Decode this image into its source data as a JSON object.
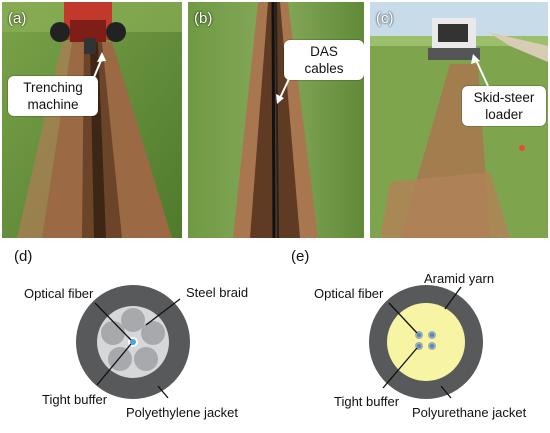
{
  "panels": {
    "a": {
      "letter": "(a)",
      "callout": [
        "Trenching",
        "machine"
      ]
    },
    "b": {
      "letter": "(b)",
      "callout": [
        "DAS cables"
      ]
    },
    "c": {
      "letter": "(c)",
      "callout": [
        "Skid-steer",
        "loader"
      ]
    },
    "d": {
      "letter": "(d)",
      "labels": {
        "optical_fiber": "Optical fiber",
        "steel_braid": "Steel braid",
        "tight_buffer": "Tight buffer",
        "jacket": "Polyethylene jacket"
      },
      "colors": {
        "jacket": "#58595b",
        "inner": "#d6d7d9",
        "strand": "#a7a9ac",
        "fiber": "#4aa3df"
      }
    },
    "e": {
      "letter": "(e)",
      "labels": {
        "optical_fiber": "Optical fiber",
        "aramid_yarn": "Aramid yarn",
        "tight_buffer": "Tight buffer",
        "jacket": "Polyurethane jacket"
      },
      "colors": {
        "jacket": "#58595b",
        "inner": "#f7f4a3",
        "buffer": "#a7a9ac",
        "fiber": "#3f8fc7"
      }
    }
  }
}
